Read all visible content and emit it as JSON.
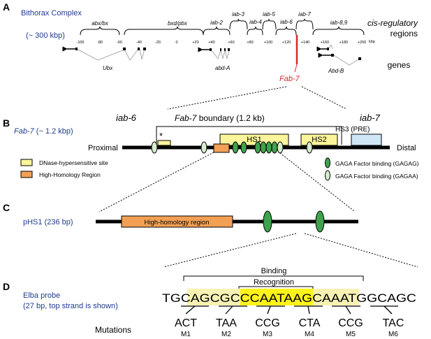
{
  "colors": {
    "blue": "#1f3c8f",
    "red": "#d8262c",
    "green": "#3fa34d",
    "lightgreen": "#d6eccf",
    "yellow": "#fbf49a",
    "orange": "#f3a055",
    "lightblue": "#cfe6f7",
    "hlYellow": "#f7f2b4",
    "hlBright": "#fff31a"
  },
  "panelA": {
    "letter": "A",
    "title": "Bithorax Complex",
    "size": "(~ 300 kbp)",
    "cis_label": [
      "cis-regulatory",
      "regions"
    ],
    "genes_label": "genes",
    "regions": [
      "abx/bx",
      "bxd/pbx",
      "iab-2",
      "iab-3",
      "iab-4",
      "iab-5",
      "iab-6",
      "iab-7",
      "iab-8,9"
    ],
    "ticks": [
      "-100",
      "-80",
      "-60",
      "-40",
      "-20",
      "0",
      "+20",
      "+40",
      "+60",
      "+80",
      "+100",
      "+120",
      "+140",
      "+160",
      "+180",
      "+200"
    ],
    "kbp": "kbp",
    "genes": [
      "Ubx",
      "abd-A",
      "Abd-B"
    ],
    "fab7": "Fab-7"
  },
  "panelB": {
    "letter": "B",
    "title_italic": "Fab-7",
    "title_rest": " (~ 1.2 kbp)",
    "iab6": "iab-6",
    "iab7": "iab-7",
    "boundary_italic": "Fab-7",
    "boundary_rest": " boundary (1.2 kb)",
    "hs1": "HS1",
    "hs2": "HS2",
    "hs3": "HS3 (PRE)",
    "star": "*",
    "proximal": "Proximal",
    "distal": "Distal",
    "legend": {
      "dnase": "DNase-hypersensitive site",
      "hhr": "High-Homology Region",
      "gagag": "GAGA Factor binding (GAGAG)",
      "gagaa": "GAGA Factor binding (GAGAA)"
    }
  },
  "panelC": {
    "letter": "C",
    "title": "pHS1 (236 bp)",
    "box": "High-homology region"
  },
  "panelD": {
    "letter": "D",
    "title": "Elba probe",
    "subtitle": "(27 bp, top strand is shown)",
    "binding": "Binding",
    "recognition": "Recognition",
    "seq": [
      "TGC",
      "AGCGC",
      "CCAATAAG",
      "CAAAT",
      "GGCAGC"
    ],
    "mutations_label": "Mutations",
    "mutations": [
      {
        "seq": "ACT",
        "name": "M1"
      },
      {
        "seq": "TAA",
        "name": "M2"
      },
      {
        "seq": "CCG",
        "name": "M3"
      },
      {
        "seq": "CTA",
        "name": "M4"
      },
      {
        "seq": "CCG",
        "name": "M5"
      },
      {
        "seq": "TAC",
        "name": "M6"
      }
    ]
  }
}
